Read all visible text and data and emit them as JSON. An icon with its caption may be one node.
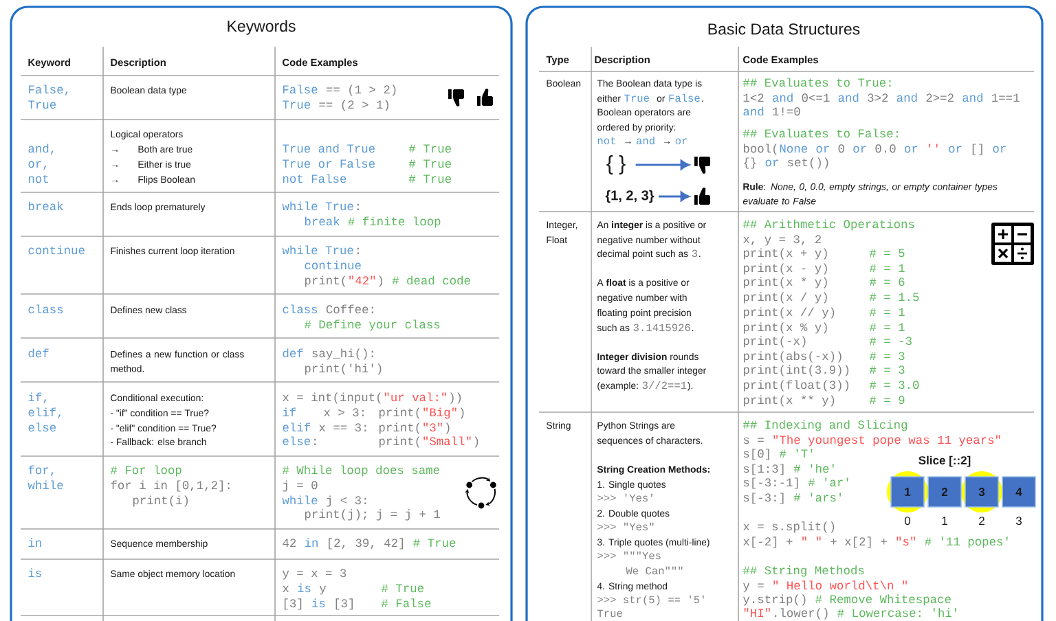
{
  "diagram": {
    "nodes": [
      {
        "text": [
          "Keywords"
        ]
      },
      {
        "text": [
          "Basic Data Structures"
        ]
      },
      {
        "text": [
          "{ }"
        ],
        "in": 1
      },
      {
        "text": [],
        "shape": "picture",
        "in": 1
      },
      {
        "text": [
          "{1, 2, 3}"
        ],
        "in": 1
      },
      {
        "text": [],
        "shape": "picture",
        "in": 1
      },
      {
        "text": [
          "1"
        ],
        "in": 1
      },
      {
        "text": [
          "2"
        ],
        "in": 1
      },
      {
        "text": [
          "3"
        ],
        "in": 1
      },
      {
        "text": [
          "4"
        ],
        "in": 1
      }
    ],
    "edges": [
      {
        "from": 2,
        "to": 3,
        "arrow": "to"
      },
      {
        "from": 4,
        "to": 5,
        "arrow": "to"
      }
    ],
    "labels": [
      "Keyword",
      "Description",
      "Code Examples",
      "False,",
      "True",
      "Boolean data type",
      "False",
      "== (1 > 2)",
      "True",
      "== (2 > 1)",
      "and,",
      "or,",
      "not",
      "Logical operators",
      "→",
      "Both are true",
      "→",
      "Either is true",
      "→",
      "Flips Boolean",
      "True and True",
      "# True",
      "True or False",
      "# True",
      "not False",
      "# True",
      "break",
      "Ends loop prematurely",
      "while True",
      ":",
      "break",
      "# finite loop",
      "continue",
      "Finishes current loop iteration",
      "while True",
      ":",
      "continue",
      "print(",
      "\"42\"",
      ")",
      "# dead code",
      "class",
      "Defines new class",
      "class",
      "Coffee:",
      "# Define your class",
      "def",
      "Defines a new function or class method.",
      "def",
      "say_hi():",
      "print('hi')",
      "if,",
      "elif,",
      "else",
      "Conditional execution:",
      "- \"if\" condition == True?",
      "- \"elif\" condition == True?",
      "- Fallback: else branch",
      "x = int(input(",
      "\"ur val:\"",
      "))",
      "if",
      "x > 3:",
      "print(",
      "\"Big\"",
      ")",
      "elif",
      "x == 3:",
      "print(",
      "\"3\"",
      ")",
      "else",
      ":",
      "print(",
      "\"Small\"",
      ")",
      "for,",
      "while",
      "# For loop",
      "for i in [0,1,2]:",
      "print(i)",
      "# While loop does same",
      "j = 0",
      "while",
      "j < 3:",
      "print(j); j = j + 1",
      "in",
      "Sequence membership",
      "42",
      "in",
      "[2, 39, 42]",
      "# True",
      "is",
      "Same object memory location",
      "y = x = 3",
      "x",
      "is",
      "y",
      "# True",
      "[3]",
      "is",
      "[3]",
      "# False",
      "Type",
      "Description",
      "Code Examples",
      "Boolean",
      "The Boolean data type is",
      "either",
      "True",
      "or",
      "False",
      ".",
      "Boolean operators are",
      "ordered by priority:",
      "not",
      "→",
      "and",
      "→",
      "or",
      "## Evaluates to True:",
      "1<2",
      "and",
      "0<=1",
      "and",
      "3>2",
      "and",
      "2>=2",
      "and",
      "1==1",
      "and",
      "1!=0",
      "## Evaluates to False:",
      "bool(",
      "None",
      "or",
      "0",
      "or",
      "0.0",
      "or",
      "''",
      "or",
      "[]",
      "or",
      "{}",
      "or",
      "set())",
      "**Rule**: *None, 0, 0.0, empty strings, or empty container types evaluate to False*",
      "Integer,",
      "Float",
      "An **integer** is a positive or",
      "negative number without",
      "decimal point such as",
      "3",
      ".",
      "A **float** is a positive or",
      "negative number with",
      "floating point precision",
      "such as",
      "3.1415926",
      ".",
      "**Integer division** rounds",
      "toward the smaller integer",
      "(example:",
      "3//2==1",
      ").",
      "## Arithmetic Operations",
      "x, y = 3, 2",
      "print(x + y)",
      "# = 5",
      "print(x - y)",
      "# = 1",
      "print(x * y)",
      "# = 6",
      "print(x / y)",
      "# = 1.5",
      "print(x // y)",
      "# = 1",
      "print(x % y)",
      "# = 1",
      "print(-x)",
      "# = -3",
      "print(abs(-x))",
      "# = 3",
      "print(int(3.9))",
      "# = 3",
      "print(float(3))",
      "# = 3.0",
      "print(x ** y)",
      "# = 9",
      "String",
      "Python Strings are",
      "sequences of characters.",
      "String Creation Methods:",
      "1. Single quotes",
      ">>> 'Yes'",
      "2. Double quotes",
      ">>> \"Yes\"",
      "3. Triple quotes (multi-line)",
      ">>> \"\"\"Yes",
      "We Can\"\"\"",
      "4. String method",
      ">>> str(5) == '5'",
      "True",
      "## Indexing and Slicing",
      "s =",
      "\"The youngest pope was 11 years\"",
      "s[0]",
      "# 'T'",
      "s[1:3]",
      "# 'he'",
      "s[-3:-1]",
      "# 'ar'",
      "s[-3:]",
      "# 'ars'",
      "x = s.split()",
      "x[-2] +",
      "\" \"",
      "+ x[2] +",
      "\"s\"",
      "# '11 popes'",
      "## String Methods",
      "y =",
      "\"    Hello world\\t\\n   \"",
      "y.strip()",
      "# Remove Whitespace",
      "\"HI\"",
      ".lower()",
      "# Lowercase: 'hi'",
      "Slice [::2]",
      "0",
      "1",
      "2",
      "3"
    ]
  }
}
